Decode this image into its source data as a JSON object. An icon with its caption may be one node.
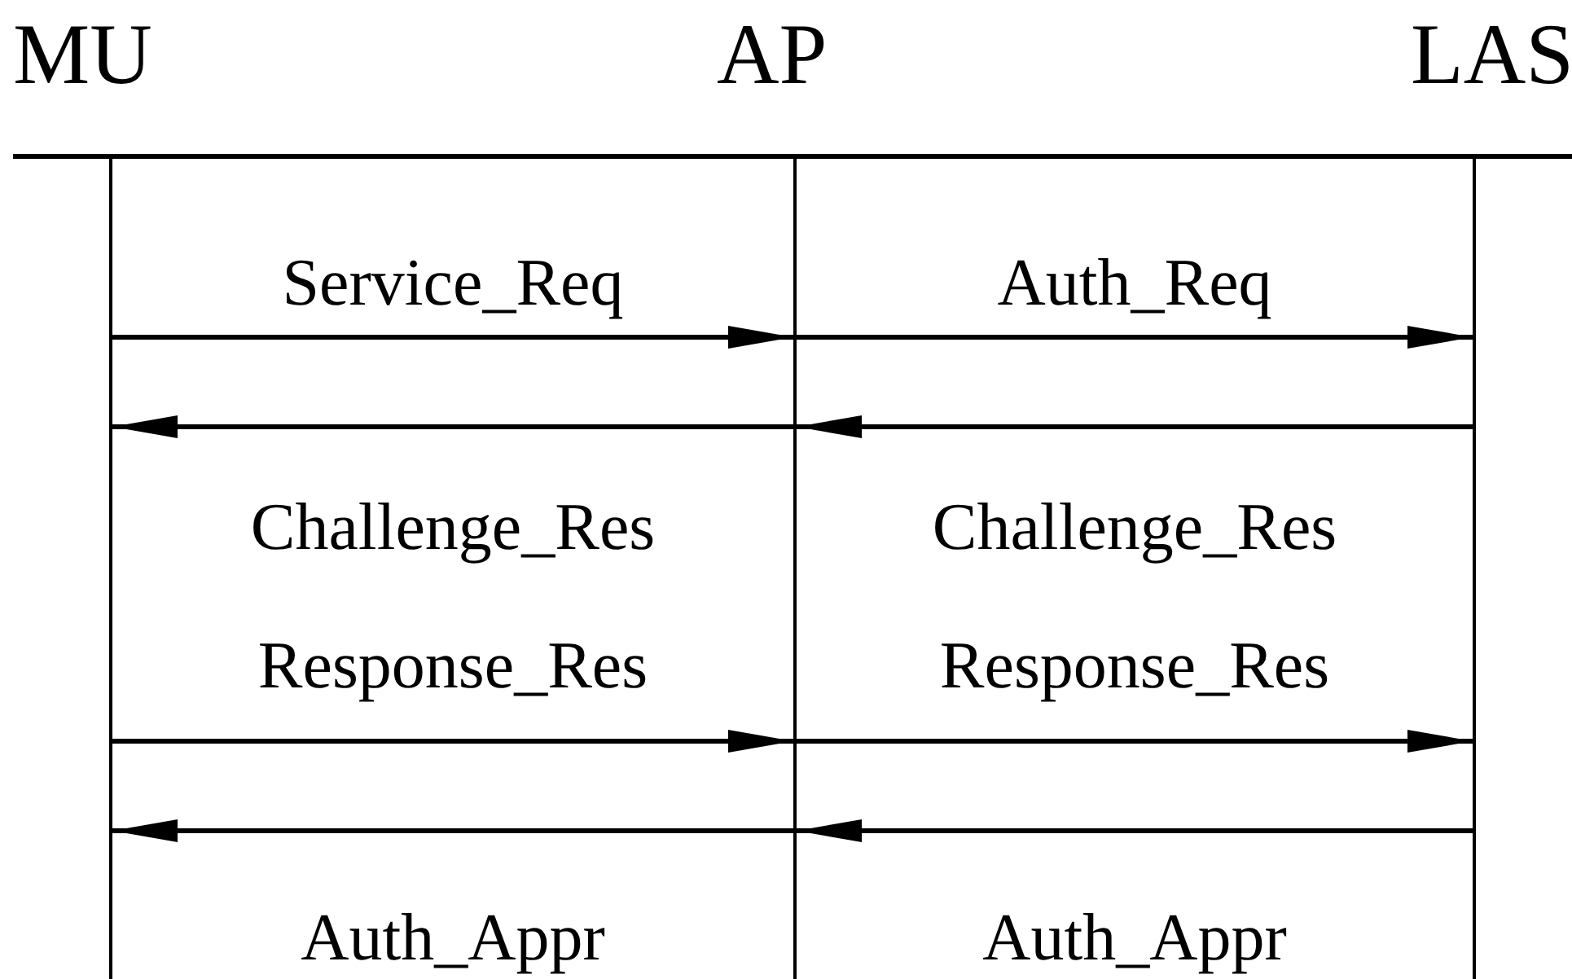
{
  "diagram": {
    "nodes": [
      {
        "text": [
          "MU"
        ]
      },
      {
        "text": [
          "AP"
        ]
      },
      {
        "text": [
          "LAS"
        ]
      }
    ],
    "edges": [
      {
        "from": 0,
        "to": 1,
        "arrow": "to",
        "label": "Service_Req"
      },
      {
        "from": 1,
        "to": 2,
        "arrow": "to",
        "label": "Auth_Req"
      },
      {
        "from": 2,
        "to": 1,
        "arrow": "to",
        "label": "Challenge_Res"
      },
      {
        "from": 1,
        "to": 0,
        "arrow": "to",
        "label": "Challenge_Res"
      },
      {
        "from": 0,
        "to": 1,
        "arrow": "to",
        "label": "Response_Res"
      },
      {
        "from": 1,
        "to": 2,
        "arrow": "to",
        "label": "Response_Res"
      },
      {
        "from": 2,
        "to": 1,
        "arrow": "to",
        "label": "Auth_Appr"
      },
      {
        "from": 1,
        "to": 0,
        "arrow": "to",
        "label": "Auth_Appr"
      }
    ]
  }
}
